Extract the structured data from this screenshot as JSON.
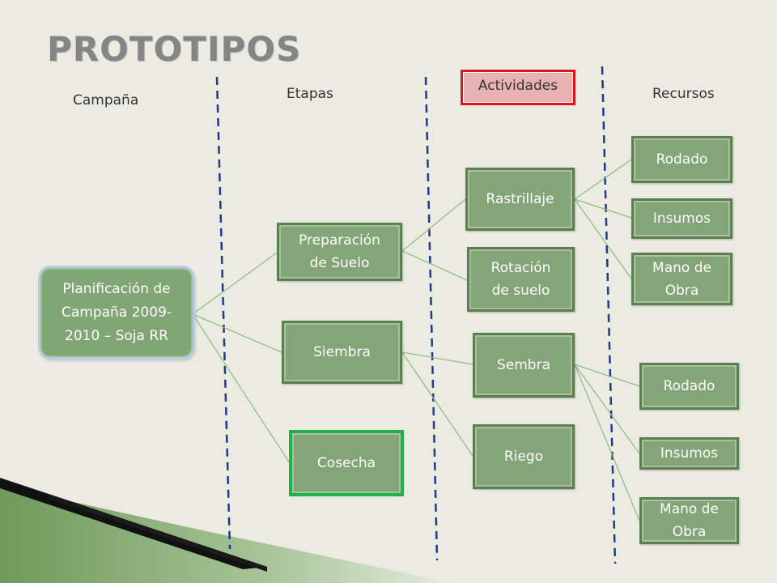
{
  "title": "PROTOTIPOS",
  "columns": {
    "campana": "Campaña",
    "etapas": "Etapas",
    "actividades": "Actividades",
    "recursos": "Recursos"
  },
  "nodes": {
    "root": "Planificación de\nCampaña 2009-\n2010 – Soja RR",
    "preparacion": "Preparación\nde Suelo",
    "siembra": "Siembra",
    "cosecha": "Cosecha",
    "rastrillaje": "Rastrillaje",
    "rotacion": "Rotación\nde suelo",
    "sembra": "Sembra",
    "riego": "Riego",
    "rodado_1": "Rodado",
    "insumos_1": "Insumos",
    "mano_obra_1": "Mano de\nObra",
    "rodado_2": "Rodado",
    "insumos_2": "Insumos",
    "mano_obra_2": "Mano de\nObra"
  },
  "colors": {
    "background": "#ecebe1",
    "node_fill": "#83a577",
    "node_border": "#5b7f53",
    "connector": "#8fbf85",
    "divider": "#1f3a8a",
    "highlight_border": "#e0131b",
    "highlight_fill": "#e8b2b2",
    "selected_border": "#22b04a"
  }
}
